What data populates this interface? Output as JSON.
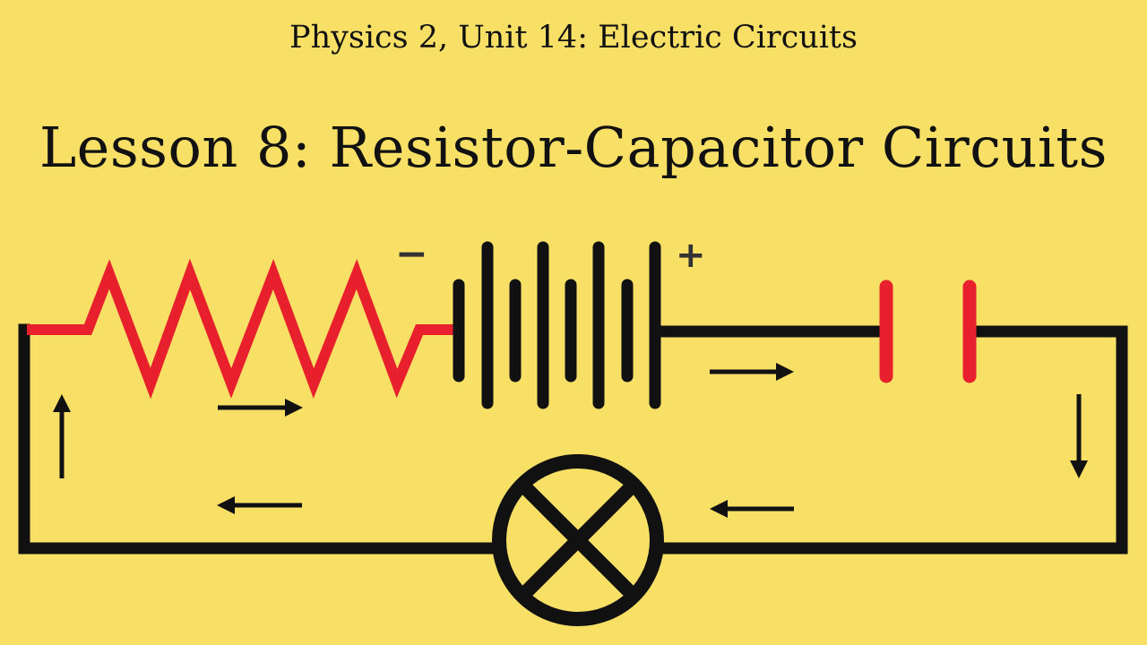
{
  "header": {
    "subtitle": "Physics 2, Unit 14: Electric Circuits",
    "title": "Lesson 8: Resistor-Capacitor Circuits"
  },
  "battery": {
    "negative_label": "−",
    "positive_label": "+"
  },
  "colors": {
    "background": "#f8e066",
    "wire": "#111111",
    "resistor": "#e8202d",
    "capacitor": "#e8202d"
  },
  "components": [
    "resistor",
    "battery",
    "capacitor",
    "lamp"
  ],
  "icons": [
    "current-arrow-icon",
    "lamp-icon",
    "resistor-icon",
    "battery-icon",
    "capacitor-icon"
  ]
}
